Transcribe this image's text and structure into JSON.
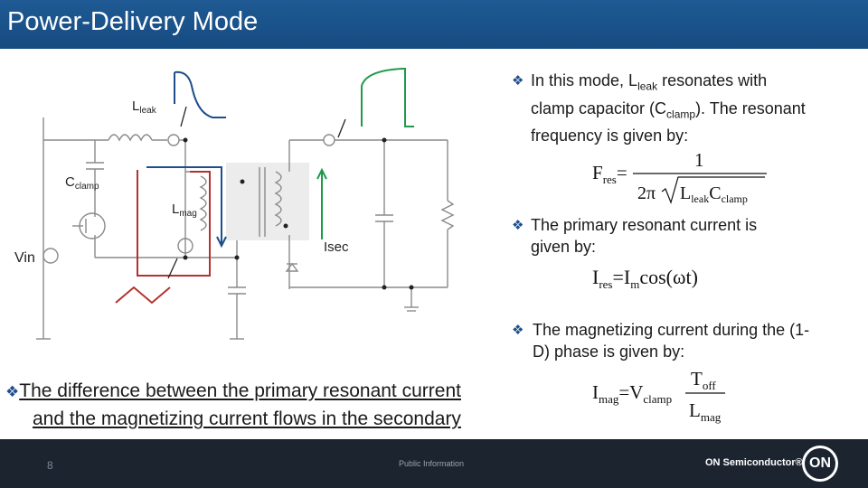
{
  "title": "Power-Delivery Mode",
  "circuit_labels": {
    "lleak_main": "L",
    "lleak_sub": "leak",
    "cclamp_main": "C",
    "cclamp_sub": "clamp",
    "lmag_main": "L",
    "lmag_sub": "mag",
    "vin": "Vin",
    "isec": "Isec"
  },
  "bullets": {
    "b1_a": "In this mode, L",
    "b1_a_sub": "leak",
    "b1_b": " resonates with",
    "b1_c": "clamp capacitor (C",
    "b1_c_sub": "clamp",
    "b1_d": "). The resonant",
    "b1_e": "frequency is given by:",
    "b2_a": "The primary resonant current is",
    "b2_b": "given by:",
    "b3_a": "The magnetizing current during the (1-",
    "b3_b": "D) phase is given by:",
    "b4_a": "The difference between the primary resonant current",
    "b4_b": "and the magnetizing current flows in the secondary"
  },
  "equations": {
    "fres_lhs": "F",
    "fres_sub": "res",
    "fres_eq": "=",
    "fres_num": "1",
    "fres_den_a": "2π",
    "fres_den_l": "L",
    "fres_den_lsub": "leak",
    "fres_den_c": "C",
    "fres_den_csub": "clamp",
    "ires_lhs": "I",
    "ires_sub": "res",
    "ires_rhs": "=I",
    "ires_msub": "m",
    "ires_cos": "cos(ωt)",
    "imag_lhs": "I",
    "imag_sub": "mag",
    "imag_rhs": "=V",
    "imag_vsub": "clamp",
    "imag_num": "T",
    "imag_numsub": "off",
    "imag_den": "L",
    "imag_densub": "mag"
  },
  "footer": {
    "page_number": "8",
    "public": "Public Information",
    "brand": "ON Semiconductor®",
    "logo": "ON"
  },
  "colors": {
    "title_bar": "#1a5590",
    "blue_trace": "#1f4e8c",
    "green_trace": "#1f9a4a",
    "red_trace": "#b4322c",
    "footer": "#1c2430"
  }
}
